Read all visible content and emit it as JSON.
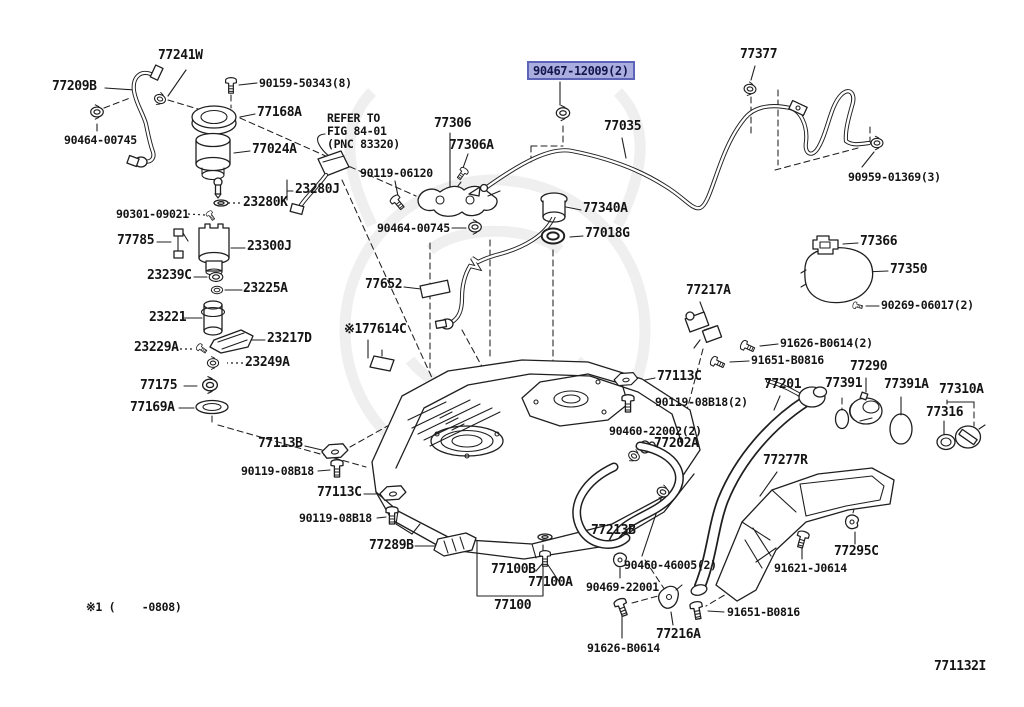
{
  "figure": {
    "code": "771132I",
    "note": "※1 (    -0808)"
  },
  "highlight": {
    "text": "90467-12009(2)",
    "background": "#a9aede",
    "border": "#5d64b8",
    "text_color": "#14154d"
  },
  "line_color": "#1f1f1f",
  "labels": [
    {
      "text": "77209B"
    },
    {
      "text": "77241W"
    },
    {
      "text": "90159-50343(8)"
    },
    {
      "text": "77168A"
    },
    {
      "text": "REFER TO\nFIG 84-01\n(PNC 83320)"
    },
    {
      "text": "77024A"
    },
    {
      "text": "90464-00745"
    },
    {
      "text": "23280J"
    },
    {
      "text": "23280K"
    },
    {
      "text": "90301-09021"
    },
    {
      "text": "77785"
    },
    {
      "text": "23300J"
    },
    {
      "text": "23239C"
    },
    {
      "text": "23225A"
    },
    {
      "text": "23221"
    },
    {
      "text": "23217D"
    },
    {
      "text": "23229A"
    },
    {
      "text": "23249A"
    },
    {
      "text": "77175"
    },
    {
      "text": "77169A"
    },
    {
      "text": "77306"
    },
    {
      "text": "77306A"
    },
    {
      "text": "90119-06120"
    },
    {
      "text": "90464-00745"
    },
    {
      "text": "77377"
    },
    {
      "text": "77035"
    },
    {
      "text": "90959-01369(3)"
    },
    {
      "text": "77366"
    },
    {
      "text": "77350"
    },
    {
      "text": "90269-06017(2)"
    },
    {
      "text": "77340A"
    },
    {
      "text": "77018G"
    },
    {
      "text": "77652"
    },
    {
      "text": "※177614C"
    },
    {
      "text": "77217A"
    },
    {
      "text": "91626-B0614(2)"
    },
    {
      "text": "91651-B0816"
    },
    {
      "text": "77113C"
    },
    {
      "text": "90119-08B18(2)"
    },
    {
      "text": "77290"
    },
    {
      "text": "77391"
    },
    {
      "text": "77391A"
    },
    {
      "text": "77310A"
    },
    {
      "text": "77316"
    },
    {
      "text": "77201"
    },
    {
      "text": "90460-22002(2)"
    },
    {
      "text": "77202A"
    },
    {
      "text": "77277R"
    },
    {
      "text": "77113B"
    },
    {
      "text": "90119-08B18"
    },
    {
      "text": "77113C"
    },
    {
      "text": "90119-08B18"
    },
    {
      "text": "77289B"
    },
    {
      "text": "77213B"
    },
    {
      "text": "90460-46005(2)"
    },
    {
      "text": "90469-22001"
    },
    {
      "text": "91621-J0614"
    },
    {
      "text": "77295C"
    },
    {
      "text": "91651-B0816"
    },
    {
      "text": "77216A"
    },
    {
      "text": "91626-B0614"
    },
    {
      "text": "77100B"
    },
    {
      "text": "77100A"
    },
    {
      "text": "77100"
    }
  ]
}
